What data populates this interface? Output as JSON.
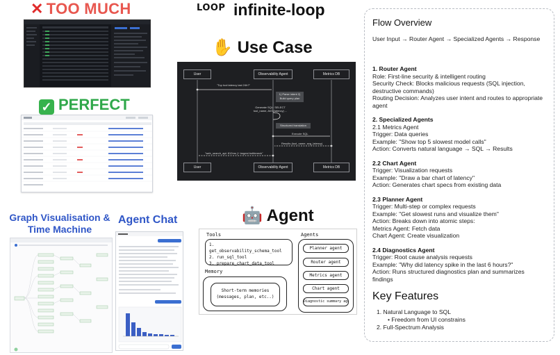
{
  "headings": {
    "too_much": "TOO MUCH",
    "perfect": "PERFECT",
    "use_case": "Use Case",
    "agent": "Agent",
    "graph": "Graph Visualisation & Time Machine",
    "agent_chat": "Agent Chat"
  },
  "brand": {
    "logo": "LOOP",
    "name": "infinite-loop"
  },
  "sequence": {
    "actors": [
      "User",
      "Observability Agent",
      "Metrics DB"
    ],
    "messages": {
      "m1": "\"Top tool latency last 24h?\"",
      "note1": "1) Parse intent 2) Build query plan",
      "m2": "Generate SQL: SELECT tool_name, AVG(latency) ...",
      "note2": "Structured translation",
      "m3": "Execute SQL",
      "m4": "Results (tool_name, avg_latency)",
      "m5": "\"web_search_api: 812ms (+ largest bottleneck\""
    }
  },
  "board": {
    "tools_label": "Tools",
    "tools": [
      "1. get_observability_schema_tool",
      "2. run_sql_tool",
      "3. prepare_chart_data_tool"
    ],
    "memory_label": "Memory",
    "memory_text": "Short-term memories (messages, plan, etc..)",
    "agents_label": "Agents",
    "agents": [
      "Planner agent",
      "Router agent",
      "Metrics agent",
      "Chart agent",
      "Diagnostic summary agent"
    ]
  },
  "panel": {
    "title": "Flow Overview",
    "flow": "User Input → Router Agent → Specialized Agents → Response",
    "sections": [
      {
        "head": "1. Router Agent",
        "lines": [
          "Role: First-line security & intelligent routing",
          "Security Check: Blocks malicious requests (SQL injection, destructive commands)",
          "Routing Decision: Analyzes user intent and routes to appropriate agent"
        ]
      },
      {
        "head": "2. Specialized Agents",
        "lines": [
          "2.1 Metrics Agent",
          "Trigger: Data queries",
          "Example: \"Show top 5 slowest model calls\"",
          "Action: Converts natural language → SQL → Results"
        ]
      },
      {
        "head": "2.2 Chart Agent",
        "lines": [
          "Trigger: Visualization requests",
          "Example: \"Draw a bar chart of latency\"",
          "Action: Generates chart specs from existing data"
        ]
      },
      {
        "head": "2.3 Planner Agent",
        "lines": [
          "Trigger: Multi-step or complex requests",
          "Example: \"Get slowest runs and visualize them\"",
          "Action: Breaks down into atomic steps:",
          "Metrics Agent: Fetch data",
          "Chart Agent: Create visualization"
        ]
      },
      {
        "head": "2.4 Diagnostics Agent",
        "lines": [
          "Trigger: Root cause analysis requests",
          "Example: \"Why did latency spike in the last 6 hours?\"",
          "Action: Runs structured diagnostics plan and summarizes findings"
        ]
      }
    ],
    "key_features_title": "Key Features",
    "kf1": "1. Natural Language to SQL",
    "kf1_sub": "• Freedom from UI constrains",
    "kf2": "2. Full-Spectrum Analysis"
  },
  "colors": {
    "red": "#e8574f",
    "green": "#2fa84a",
    "blue": "#2f56c7"
  }
}
